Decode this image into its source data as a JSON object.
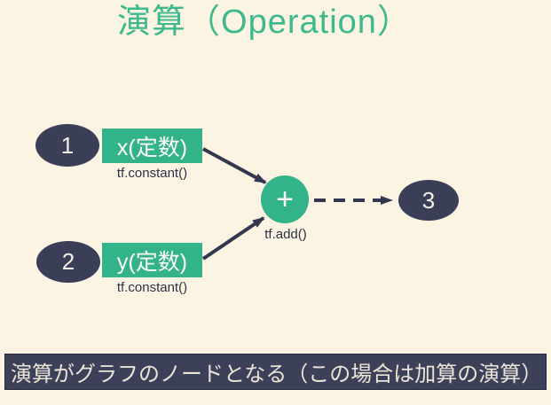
{
  "slide": {
    "title": "演算（Operation）",
    "footer": "演算がグラフのノードとなる（この場合は加算の演算）"
  },
  "diagram": {
    "node1": {
      "id": "1",
      "box_label": "x(定数)",
      "caption": "tf.constant()"
    },
    "node2": {
      "id": "2",
      "box_label": "y(定数)",
      "caption": "tf.constant()"
    },
    "op": {
      "symbol": "+",
      "caption": "tf.add()"
    },
    "node3": {
      "id": "3"
    },
    "edges": [
      {
        "from": "x(定数)",
        "to": "+",
        "style": "solid"
      },
      {
        "from": "y(定数)",
        "to": "+",
        "style": "solid"
      },
      {
        "from": "+",
        "to": "3",
        "style": "dashed"
      }
    ]
  },
  "colors": {
    "background": "#fcf4e2",
    "title_green": "#3eb88d",
    "node_green": "#33b389",
    "navy": "#3a3e57",
    "arrow_navy": "#333750",
    "footer_bg": "#3c4059",
    "footer_text": "#ebe5d8"
  }
}
